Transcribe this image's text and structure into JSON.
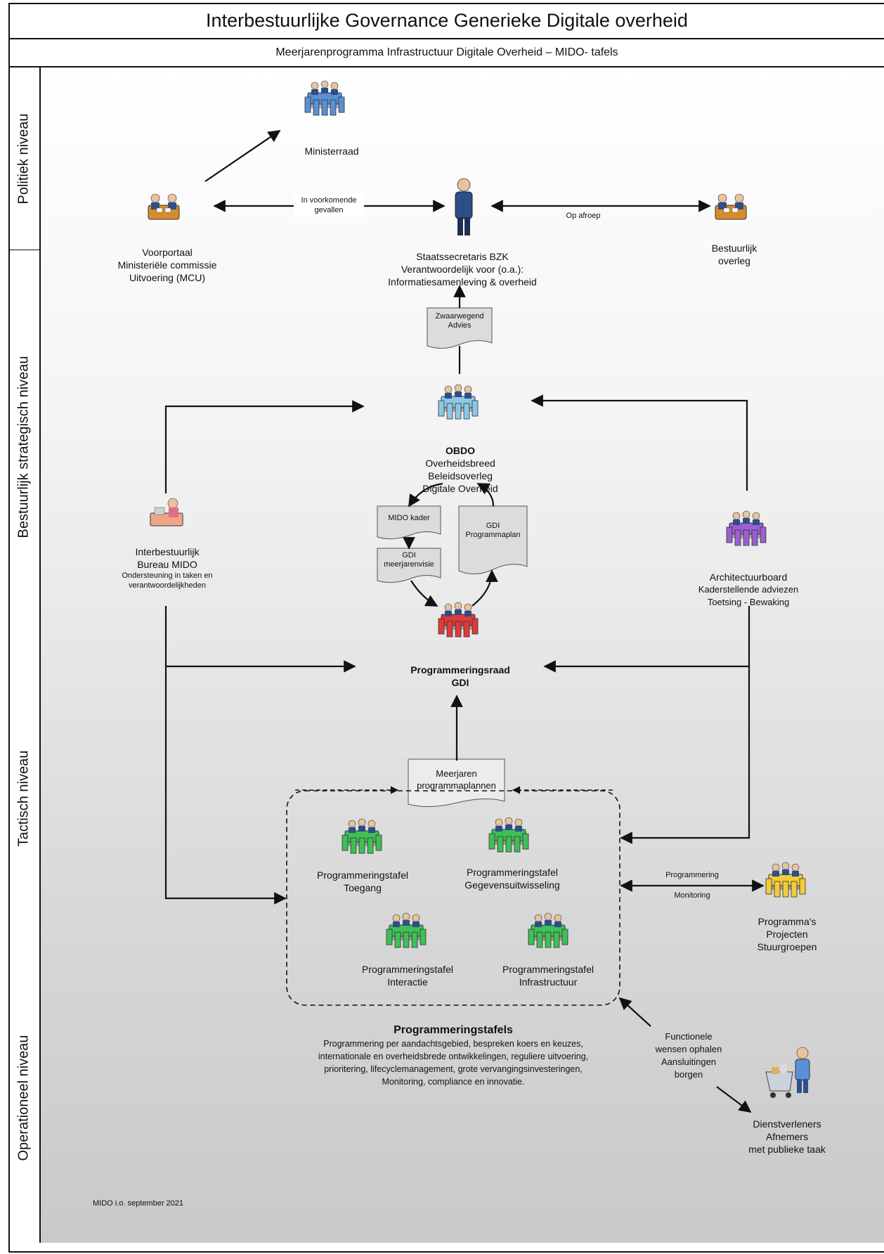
{
  "title": "Interbestuurlijke Governance Generieke Digitale overheid",
  "subtitle": "Meerjarenprogramma Infrastructuur Digitale Overheid – MIDO- tafels",
  "levels": [
    "Politiek niveau",
    "Bestuurlijk strategisch niveau",
    "Tactisch niveau",
    "Operationeel niveau"
  ],
  "nodes": {
    "ministerraad": "Ministerraad",
    "voorportaal": [
      "Voorportaal",
      "Ministeriële commissie",
      "Uitvoering (MCU)"
    ],
    "staatssecretaris": [
      "Staatssecretaris BZK",
      "Verantwoordelijk voor (o.a.):",
      "Informatiesamenleving & overheid"
    ],
    "bestuurlijk": [
      "Bestuurlijk",
      "overleg"
    ],
    "obdo": [
      "OBDO",
      "Overheidsbreed",
      "Beleidsoverleg",
      "Digitale Overheid"
    ],
    "bureau": [
      "Interbestuurlijk",
      "Bureau MIDO"
    ],
    "bureau_sub": [
      "Ondersteuning in taken en",
      "verantwoordelijkheden"
    ],
    "architectuur": [
      "Architectuurboard",
      "Kaderstellende adviezen",
      "Toetsing - Bewaking"
    ],
    "programmeringsraad": [
      "Programmeringsraad",
      "GDI"
    ],
    "tafel_toegang": [
      "Programmeringstafel",
      "Toegang"
    ],
    "tafel_gegevens": [
      "Programmeringstafel",
      "Gegevensuitwisseling"
    ],
    "tafel_interactie": [
      "Programmeringstafel",
      "Interactie"
    ],
    "tafel_infra": [
      "Programmeringstafel",
      "Infrastructuur"
    ],
    "programmas": [
      "Programma's",
      "Projecten",
      "Stuurgroepen"
    ],
    "dienstverleners": [
      "Dienstverleners",
      "Afnemers",
      "met publieke taak"
    ]
  },
  "documents": {
    "zwaarwegend": [
      "Zwaarwegend",
      "Advies"
    ],
    "mido_kader": "MIDO kader",
    "gdi_meerjarenvisie": [
      "GDI",
      "meerjarenvisie"
    ],
    "gdi_programmaplan": [
      "GDI",
      "Programmaplan"
    ],
    "meerjaren": [
      "Meerjaren",
      "programmaplannen"
    ]
  },
  "edge_labels": {
    "voorkomende": [
      "In voorkomende",
      "gevallen"
    ],
    "op_afroep": "Op afroep",
    "programmering": "Programmering",
    "monitoring": "Monitoring",
    "functionele": [
      "Functionele",
      "wensen ophalen",
      "Aansluitingen",
      "borgen"
    ]
  },
  "tafels_block": {
    "heading": "Programmeringstafels",
    "lines": [
      "Programmering per aandachtsgebied, bespreken koers en keuzes,",
      "internationale en overheidsbrede ontwikkelingen, reguliere uitvoering,",
      "prioritering, lifecyclemanagement, grote vervangingsinvesteringen,",
      "Monitoring, compliance en innovatie."
    ]
  },
  "footer": "MIDO i.o. september 2021",
  "colors": {
    "blue": "#5b8fd6",
    "lightblue": "#8cc8e6",
    "red": "#e03a3a",
    "purple": "#9b5fd0",
    "green": "#3fbf55",
    "yellow": "#f2cc3a",
    "orange": "#d98a2b"
  }
}
